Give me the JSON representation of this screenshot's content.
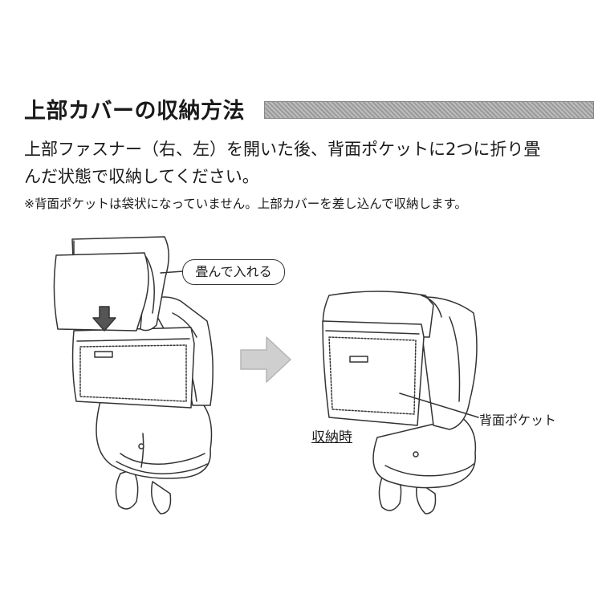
{
  "section": {
    "title": "上部カバーの収納方法"
  },
  "instructions": {
    "line1": "上部ファスナー（右、左）を開いた後、背面ポケットに2つに折り畳",
    "line2": "んだ状態で収納してください。",
    "note": "※背面ポケットは袋状になっていません。上部カバーを差し込んで収納します。"
  },
  "illustration": {
    "callout": "畳んで入れる",
    "storage_label": "収納時",
    "pocket_label": "背面ポケット",
    "arrow_icon": "right-arrow-icon",
    "down_arrow_icon": "down-arrow-icon"
  }
}
